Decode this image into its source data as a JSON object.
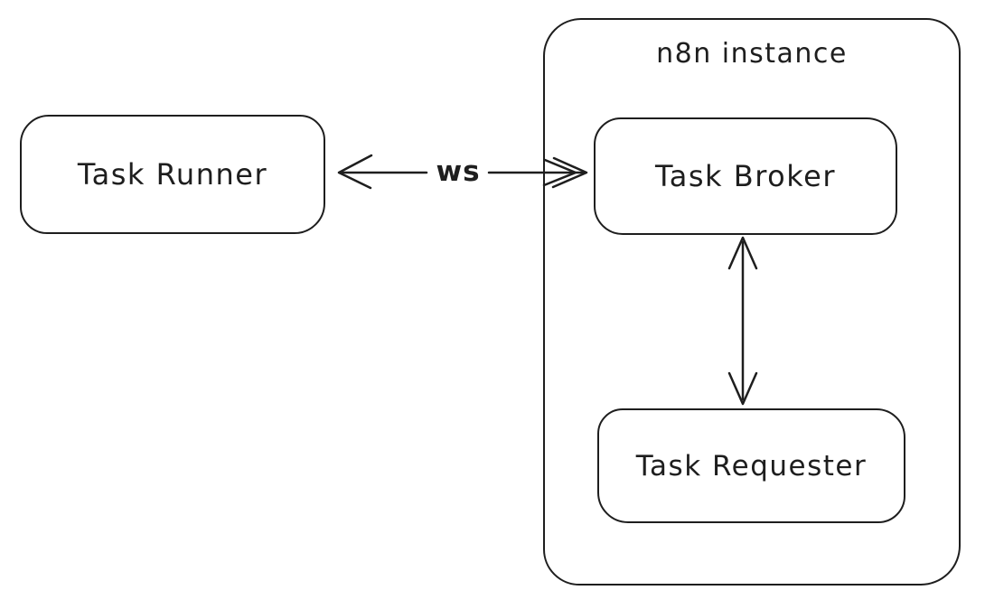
{
  "diagram": {
    "container": {
      "title": "n8n instance"
    },
    "nodes": {
      "task_runner": {
        "label": "Task Runner"
      },
      "task_broker": {
        "label": "Task Broker"
      },
      "task_requester": {
        "label": "Task Requester"
      }
    },
    "edges": {
      "runner_broker": {
        "label": "ws",
        "direction": "bidirectional"
      },
      "broker_requester": {
        "label": "",
        "direction": "bidirectional"
      }
    },
    "colors": {
      "stroke": "#1e1e1e",
      "background": "#ffffff"
    }
  }
}
